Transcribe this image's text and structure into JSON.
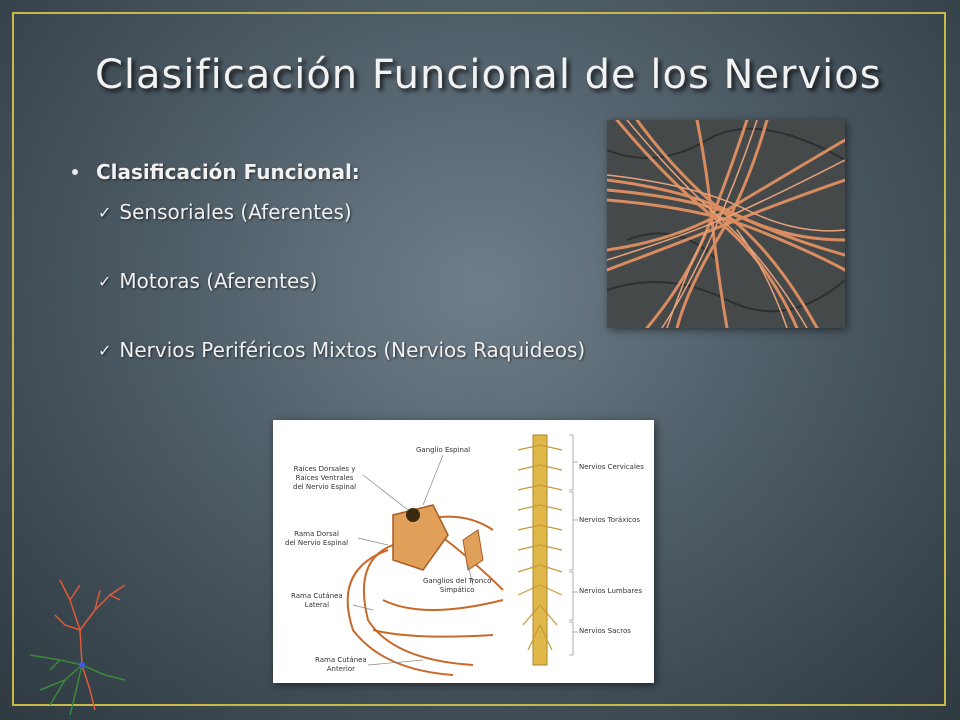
{
  "slide": {
    "title": "Clasificación Funcional de los Nervios",
    "bullet_main": "Clasificación Funcional:",
    "items": [
      "Sensoriales (Aferentes)",
      "Motoras (Aferentes)",
      "Nervios Periféricos Mixtos (Nervios Raquideos)"
    ]
  },
  "diagram": {
    "labels": {
      "ganglio_espinal": "Ganglio Espinal",
      "raices": "Raíces Dorsales y\nRaíces Ventrales\ndel Nervio Espinal",
      "rama_dorsal": "Rama Dorsal\ndel Nervio Espinal",
      "ganglios_tronco": "Ganglios del Tronco\nSimpático",
      "rama_cutanea_lateral": "Rama Cutánea\nLateral",
      "rama_cutanea_anterior": "Rama Cutánea\nAnterior",
      "cervicales": "Nervios Cervicales",
      "toraxicos": "Nervios Toráxicos",
      "lumbares": "Nervios Lumbares",
      "sacros": "Nervios Sacros"
    }
  },
  "colors": {
    "frame": "#c8b84a",
    "nerve": "#c8692a",
    "fiber": "#d98c5f"
  },
  "icons": {
    "bullet": "bullet-dot-icon",
    "check": "checkmark-icon"
  }
}
